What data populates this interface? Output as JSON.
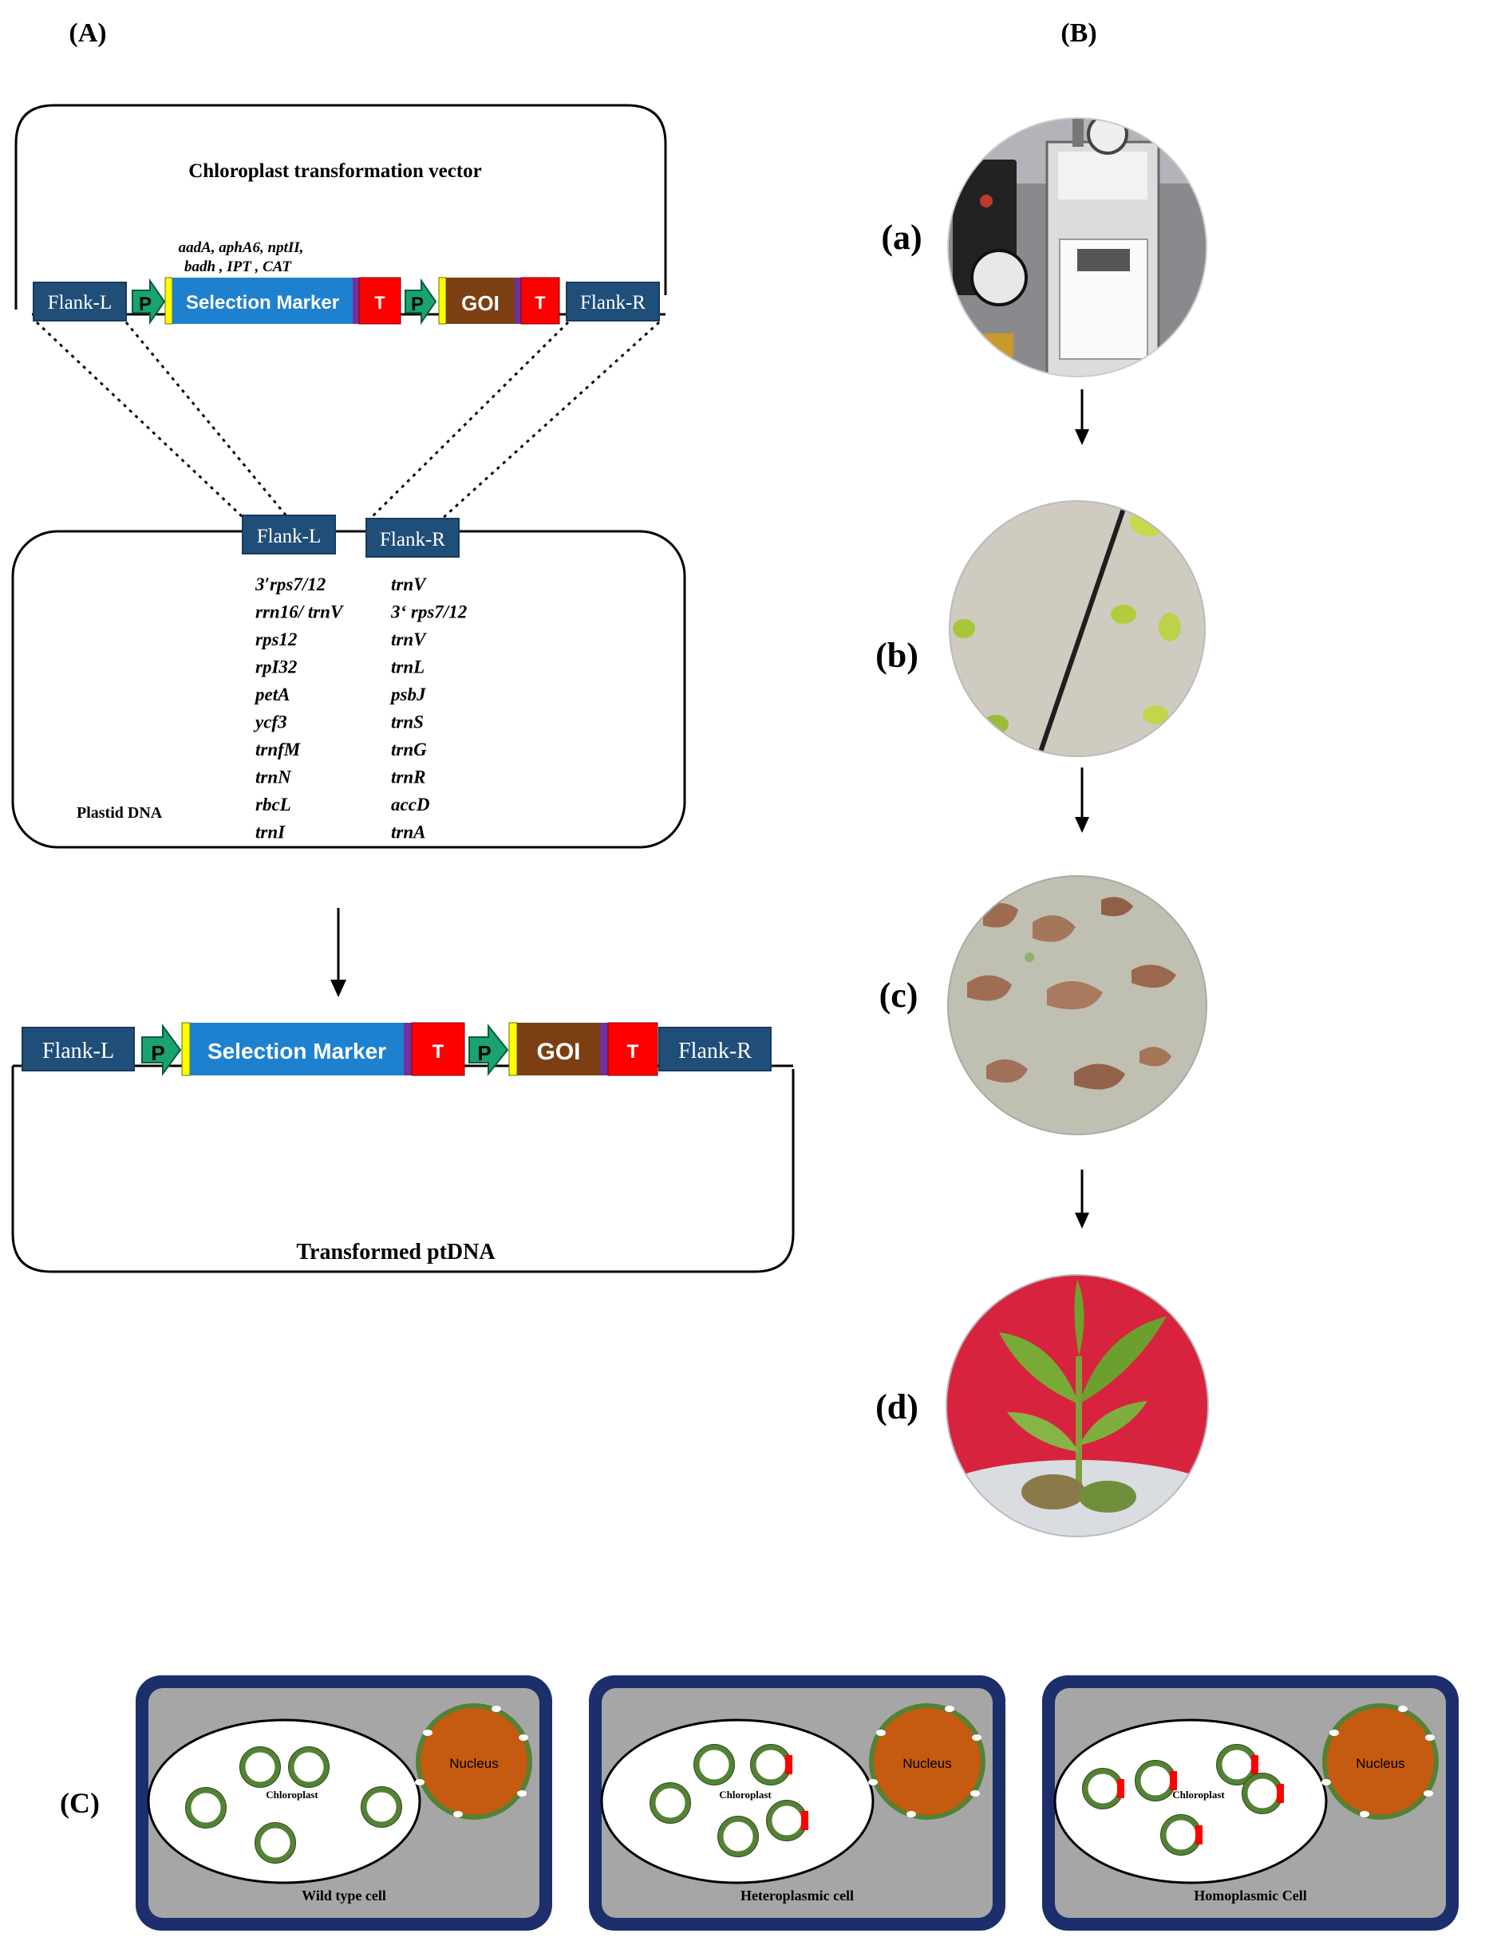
{
  "panels": {
    "A_label": "(A)",
    "B_label": "(B)",
    "C_label": "(C)"
  },
  "vector": {
    "title": "Chloroplast transformation vector",
    "markers_line1": "aadA, aphA6, nptII,",
    "markers_line2": "badh , IPT , CAT",
    "flank_l": "Flank-L",
    "flank_r": "Flank-R",
    "promoter": "P",
    "selection_marker": "Selection Marker",
    "terminator": "T",
    "goi": "GOI"
  },
  "plastid": {
    "label": "Plastid DNA",
    "flank_l": "Flank-L",
    "flank_r": "Flank-R",
    "left_sites": [
      "3′rps7/12",
      "rrn16/ trnV",
      "rps12",
      "rpI32",
      "petA",
      "ycf3",
      "trnfM",
      "trnN",
      "rbcL",
      "trnI"
    ],
    "right_sites": [
      "trnV",
      "3‘ rps7/12",
      "trnV",
      "trnL",
      "psbJ",
      "trnS",
      "trnG",
      "trnR",
      "accD",
      "trnA"
    ]
  },
  "transformed": {
    "label": "Transformed ptDNA",
    "flank_l": "Flank-L",
    "flank_r": "Flank-R",
    "promoter": "P",
    "selection_marker": "Selection Marker",
    "terminator": "T",
    "goi": "GOI"
  },
  "steps": [
    {
      "label": "(a)",
      "picture": "gene-gun-device"
    },
    {
      "label": "(b)",
      "picture": "leaf-explants-on-medium"
    },
    {
      "label": "(c)",
      "picture": "regenerating-callus"
    },
    {
      "label": "(d)",
      "picture": "regenerated-shoot"
    }
  ],
  "cells": [
    {
      "caption": "Wild type cell",
      "chloroplast_label": "Chloroplast",
      "nucleus_label": "Nucleus"
    },
    {
      "caption": "Heteroplasmic cell",
      "chloroplast_label": "Chloroplast",
      "nucleus_label": "Nucleus"
    },
    {
      "caption": "Homoplasmic Cell",
      "chloroplast_label": "Chloroplast",
      "nucleus_label": "Nucleus"
    }
  ],
  "colors": {
    "flank": "#1f4e79",
    "promoter": "#1aa36e",
    "selection_marker": "#1e81d0",
    "terminator": "#ff0000",
    "goi": "#7b3f12",
    "spacer_yellow": "#ffff00",
    "spacer_purple": "#7030a0",
    "cell_border": "#1c2e6b",
    "cytoplasm": "#a6a6a6",
    "nucleus": "#c55a11",
    "plastid_ring": "#548235",
    "transgene_mark": "#ff0000"
  }
}
